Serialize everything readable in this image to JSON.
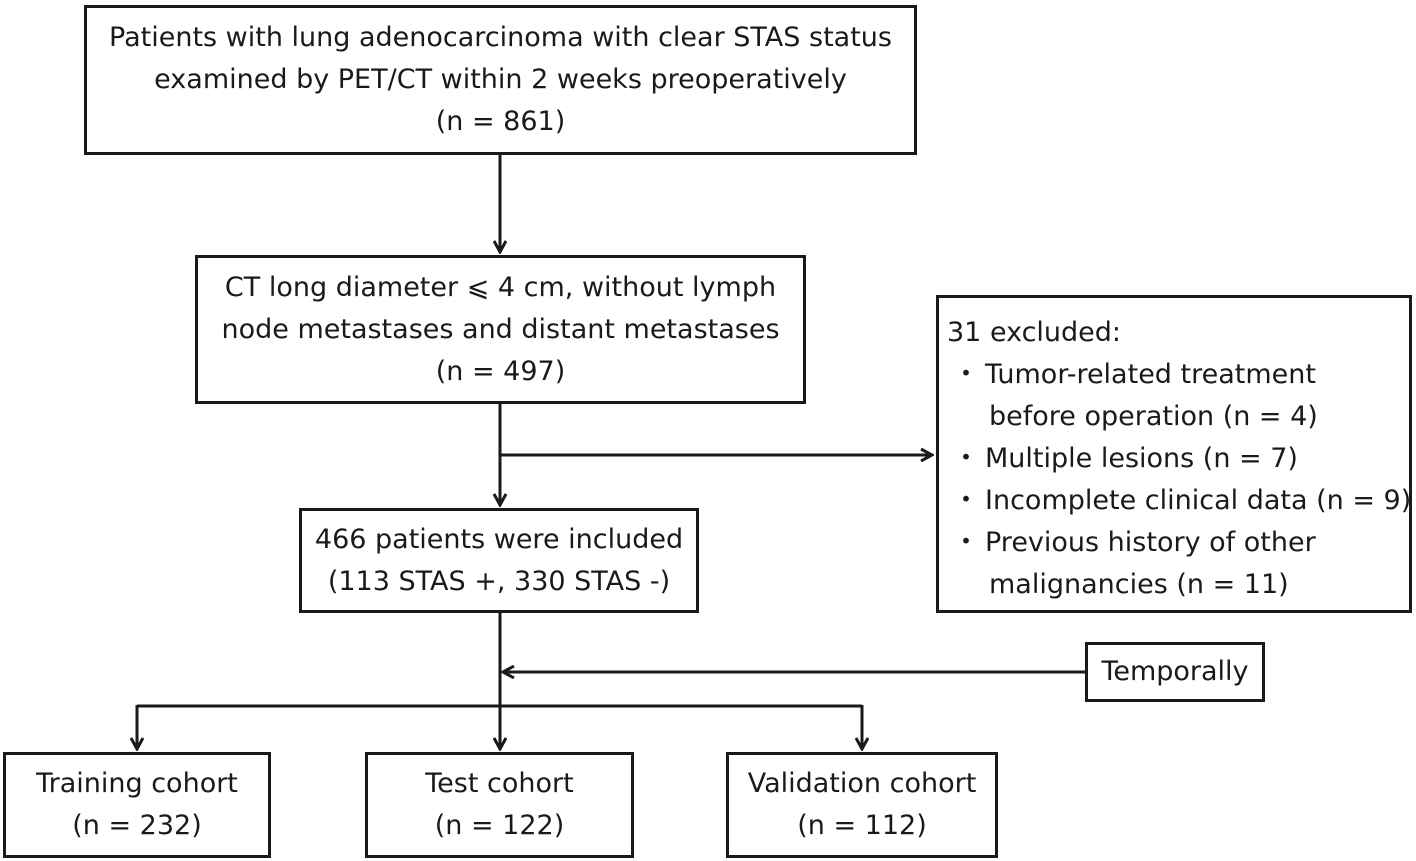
{
  "flowchart": {
    "start": {
      "lines": [
        "Patients with lung adenocarcinoma with clear STAS status",
        "examined by PET/CT within 2 weeks preoperatively",
        "(n = 861)"
      ]
    },
    "criteria": {
      "lines": [
        "CT long diameter ⩽ 4 cm, without lymph",
        "node metastases and distant metastases",
        "(n = 497)"
      ]
    },
    "included": {
      "lines": [
        "466 patients were included",
        "(113 STAS +, 330 STAS -)"
      ]
    },
    "exclusion": {
      "title": "31 excluded:",
      "bullet": "・",
      "items": [
        {
          "line1": "Tumor-related treatment",
          "line2": "before operation (n = 4)"
        },
        {
          "line1": "Multiple lesions (n = 7)",
          "line2": ""
        },
        {
          "line1": "Incomplete clinical data (n = 9)",
          "line2": ""
        },
        {
          "line1": "Previous history of other",
          "line2": "malignancies (n = 11)"
        }
      ]
    },
    "temporal": {
      "label": "Temporally"
    },
    "cohorts": [
      {
        "name": "Training cohort",
        "count": "(n = 232)"
      },
      {
        "name": "Test cohort",
        "count": "(n = 122)"
      },
      {
        "name": "Validation cohort",
        "count": "(n = 112)"
      }
    ]
  },
  "colors": {
    "stroke": "#1a1a1a",
    "background": "#ffffff"
  }
}
